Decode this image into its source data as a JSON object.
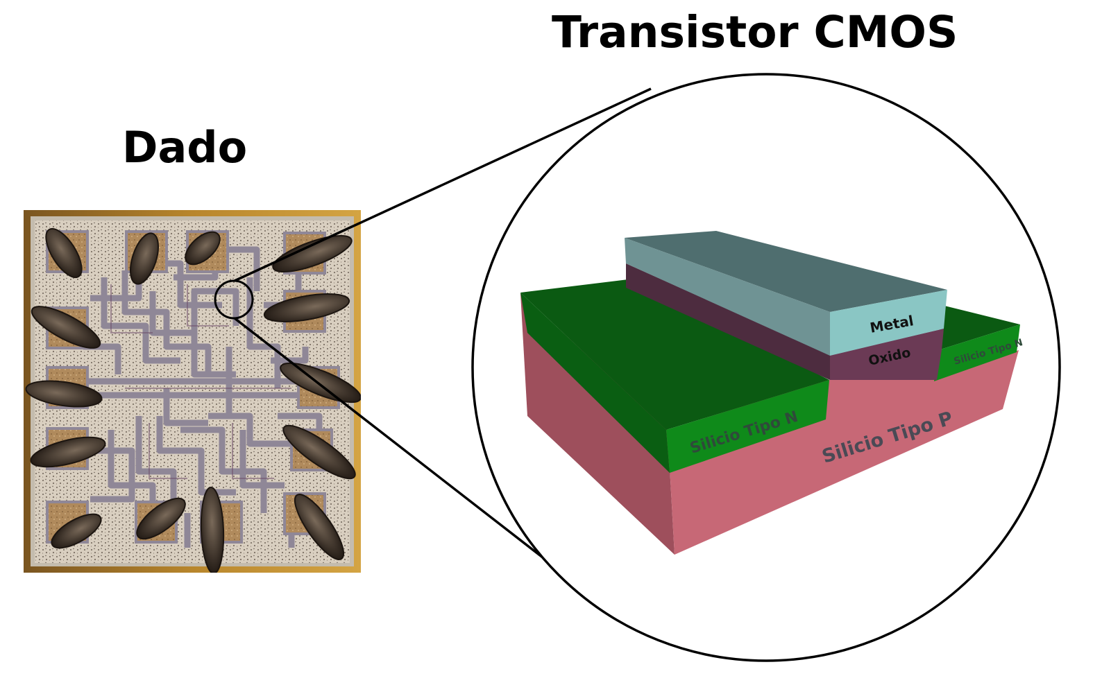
{
  "titles": {
    "die": "Dado",
    "transistor": "Transistor CMOS"
  },
  "layers": {
    "metal": "Metal",
    "oxide": "Oxido",
    "n_left": "Silicio Tipo N",
    "n_right": "Silicio Tipo N",
    "p_substrate": "Silicio Tipo P"
  },
  "colors": {
    "die_frame": "#b8862c",
    "die_metal": "#8f8797",
    "bond_pad": "#b08a5c",
    "bond_wire": "#2e2620",
    "metal_top": "#4f6e6f",
    "metal_front": "#8ac6c4",
    "oxide": "#6b3a55",
    "n_top": "#0b5a12",
    "n_front": "#0f8a1a",
    "p_front": "#c76876",
    "p_side": "#9e4f5c"
  }
}
